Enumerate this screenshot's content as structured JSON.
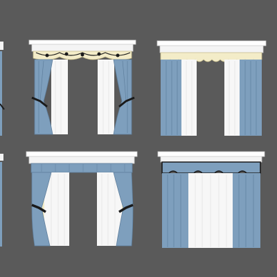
{
  "colors": {
    "background": "#5a5a5a",
    "cornice": "#f4f4f4",
    "cornice_shadow": "#d9d9d9",
    "blue_drape": "#7e9fbd",
    "blue_drape_dark": "#5f7f9d",
    "white_sheer": "#f7f7f7",
    "cream_valance": "#f3ecc8",
    "tieback": "#1a1a1a",
    "outline": "#2d2d2d"
  },
  "gallery": {
    "curtain_sets": [
      {
        "style": "partial-left-edge"
      },
      {
        "style": "swag-valance-tied"
      },
      {
        "style": "scalloped-valance-straight"
      },
      {
        "style": "partial-left-edge"
      },
      {
        "style": "flat-valance-tied"
      },
      {
        "style": "box-pelmet-straight"
      }
    ]
  }
}
